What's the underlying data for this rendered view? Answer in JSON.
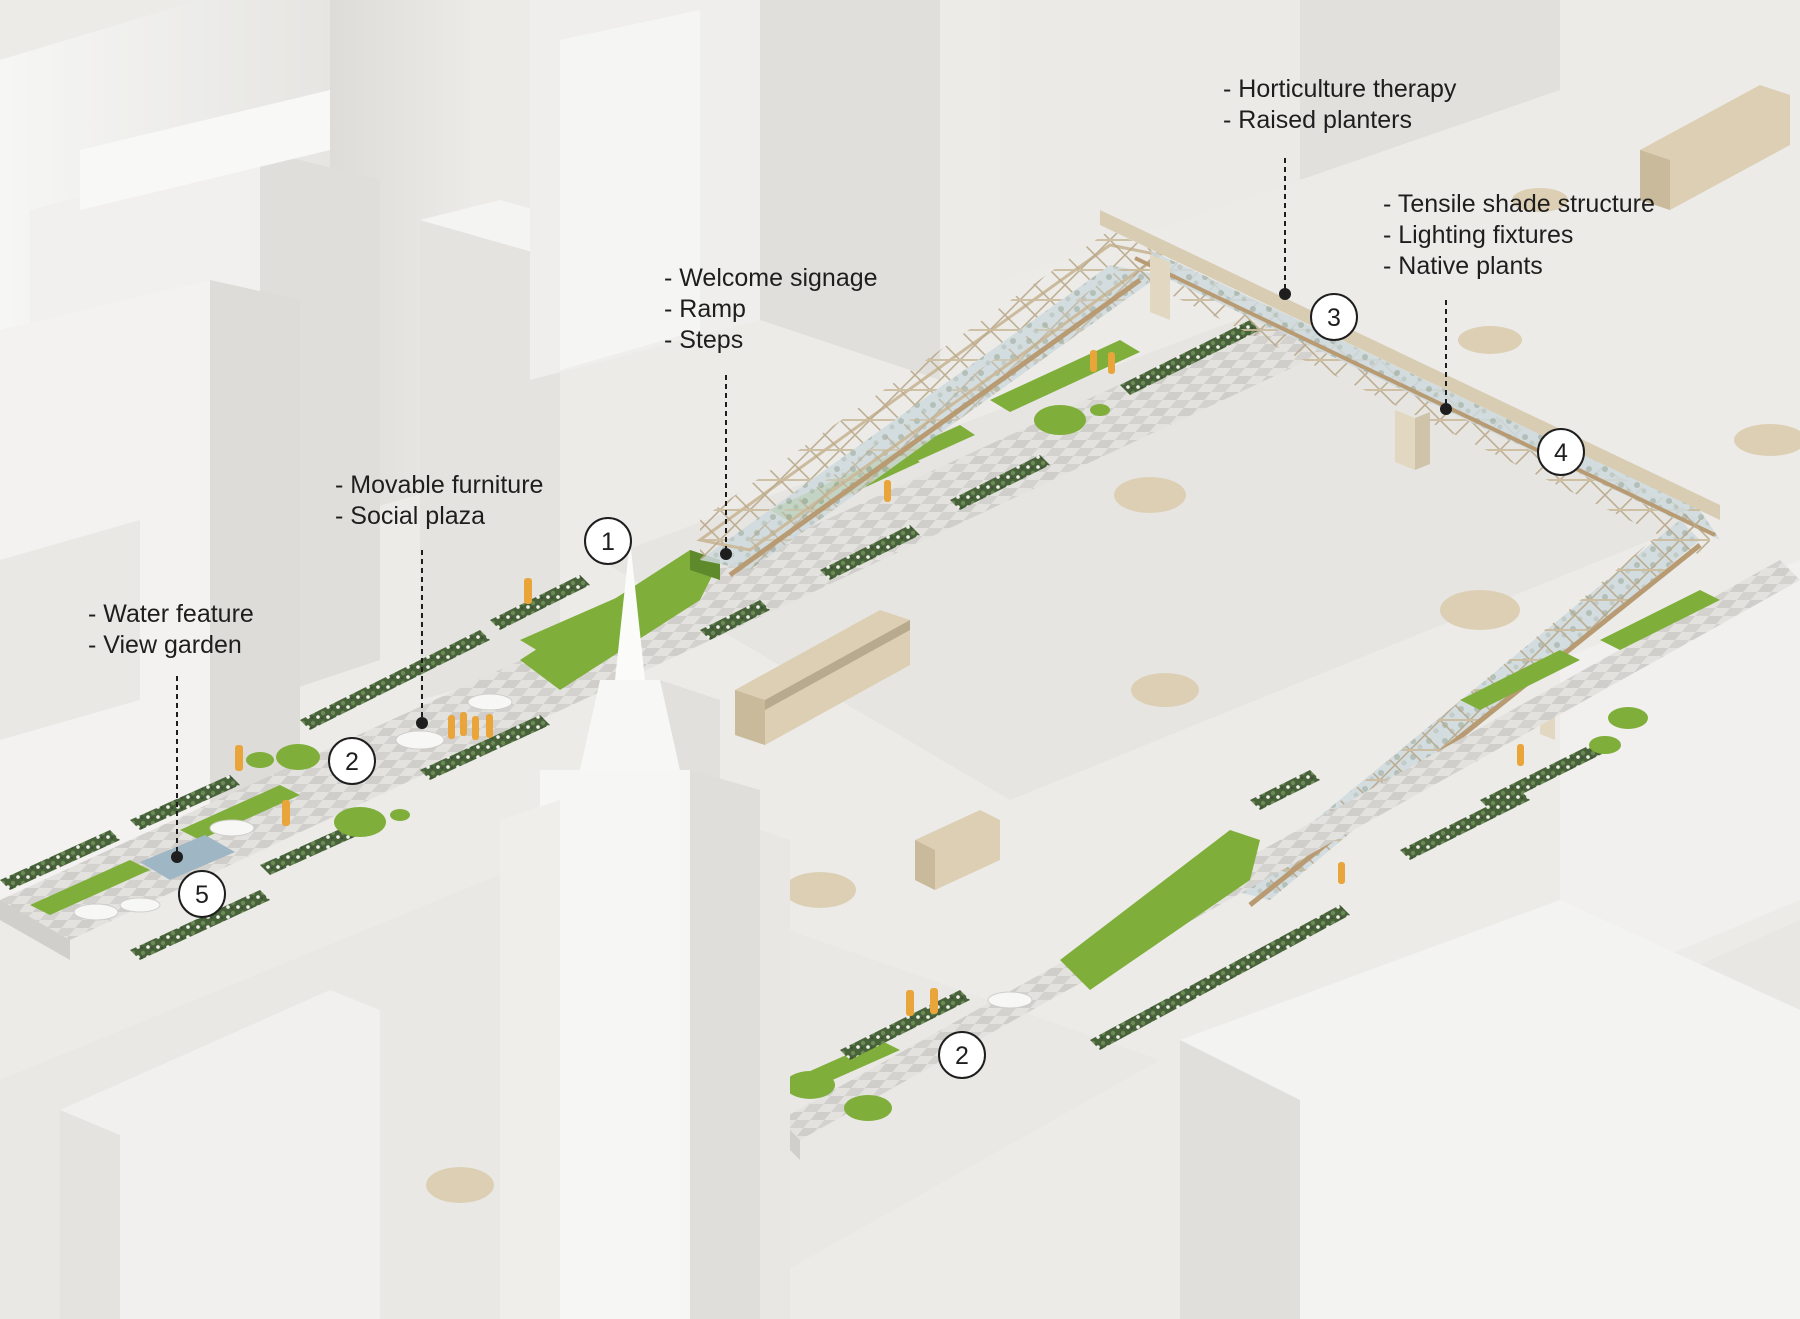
{
  "colors": {
    "background": "#ecebe8",
    "grass": "#7fae3b",
    "grass_dark": "#5f8a2c",
    "hedge": "#4f6a3a",
    "beige_vehicle": "#dccfb4",
    "pedestrian": "#e9a43a",
    "water": "#9fb6c4",
    "marker_fill": "#ffffff",
    "marker_stroke": "#1e1e1e",
    "leader_line": "#1e1e1e"
  },
  "markers": [
    {
      "number": "1"
    },
    {
      "number": "2"
    },
    {
      "number": "3"
    },
    {
      "number": "4"
    },
    {
      "number": "5"
    },
    {
      "number": "2"
    }
  ],
  "annotations": [
    {
      "lines": [
        "- Water feature",
        "- View garden"
      ]
    },
    {
      "lines": [
        "- Movable furniture",
        "- Social plaza"
      ]
    },
    {
      "lines": [
        "- Welcome signage",
        "- Ramp",
        "- Steps"
      ]
    },
    {
      "lines": [
        "- Horticulture therapy",
        "- Raised planters"
      ]
    },
    {
      "lines": [
        "- Tensile shade structure",
        "- Lighting fixtures",
        "- Native plants"
      ]
    }
  ]
}
